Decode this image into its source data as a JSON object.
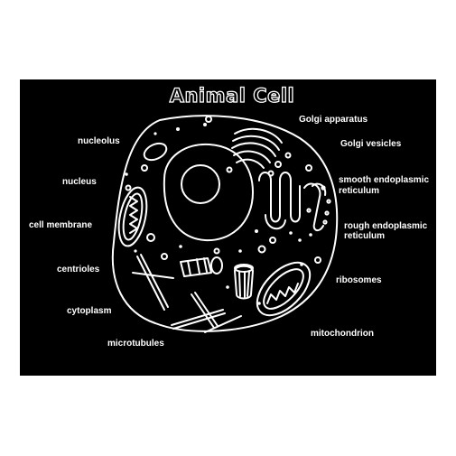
{
  "title": "Animal Cell",
  "labels": {
    "nucleolus": "nucleolus",
    "nucleus": "nucleus",
    "cell_membrane": "cell membrane",
    "centrioles": "centrioles",
    "cytoplasm": "cytoplasm",
    "microtubules": "microtubules",
    "golgi_apparatus": "Golgi apparatus",
    "golgi_vesicles": "Golgi vesicles",
    "smooth_er_line1": "smooth endoplasmic",
    "smooth_er_line2": "reticulum",
    "rough_er_line1": "rough endoplasmic",
    "rough_er_line2": "reticulum",
    "ribosomes": "ribosomes",
    "mitochondrion": "mitochondrion"
  },
  "colors": {
    "background": "#000000",
    "line": "#ffffff",
    "page": "#ffffff"
  }
}
